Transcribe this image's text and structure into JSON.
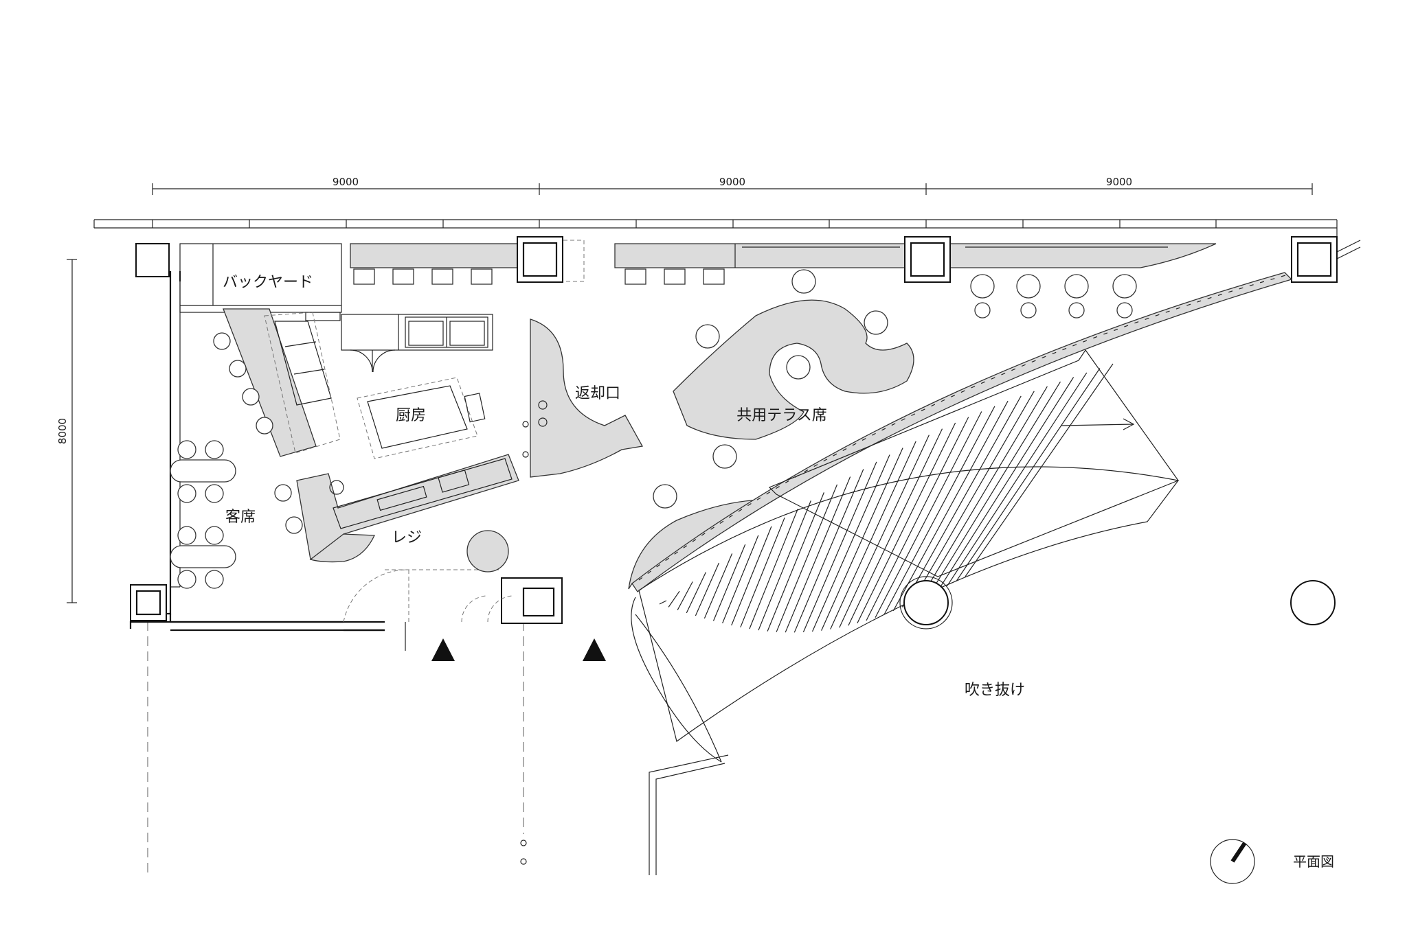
{
  "drawing": {
    "title": "平面図",
    "dimensions": {
      "horizontal": [
        "9000",
        "9000",
        "9000"
      ],
      "vertical": "8000"
    },
    "rooms": {
      "backyard": "バックヤード",
      "kitchen": "厨房",
      "seating": "客席",
      "register": "レジ",
      "return_counter": "返却口",
      "shared_terrace": "共用テラス席",
      "atrium": "吹き抜け"
    }
  }
}
